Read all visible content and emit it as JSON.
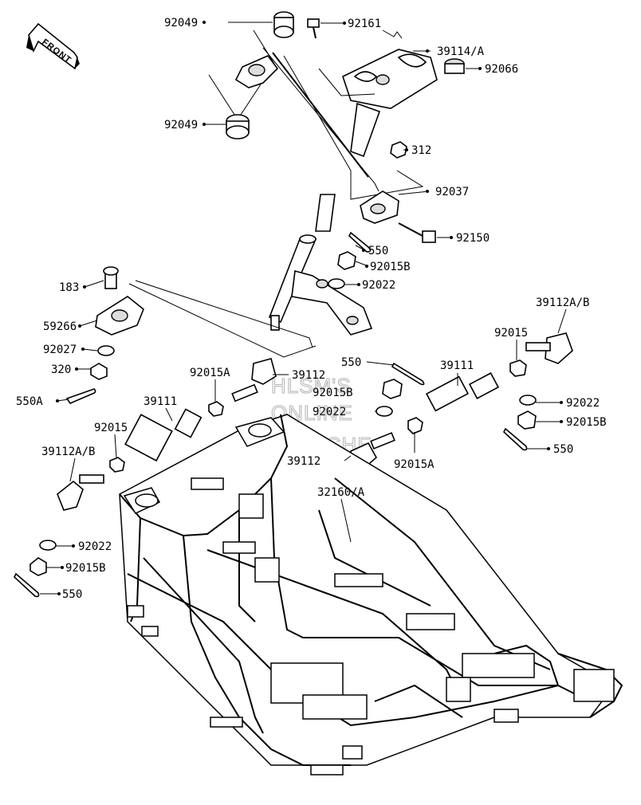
{
  "front_marker": {
    "text": "FRONT"
  },
  "watermark": [
    "HLSM'S",
    "ONLINE",
    "MICROFICHE"
  ],
  "callouts": [
    {
      "id": "92049-top",
      "text": "92049"
    },
    {
      "id": "92161",
      "text": "92161"
    },
    {
      "id": "39114A",
      "text": "39114/A"
    },
    {
      "id": "92066",
      "text": "92066"
    },
    {
      "id": "92049-bottom",
      "text": "92049"
    },
    {
      "id": "312",
      "text": "312"
    },
    {
      "id": "92037",
      "text": "92037"
    },
    {
      "id": "92150",
      "text": "92150"
    },
    {
      "id": "550-top",
      "text": "550"
    },
    {
      "id": "92015B-top",
      "text": "92015B"
    },
    {
      "id": "92022-top",
      "text": "92022"
    },
    {
      "id": "183",
      "text": "183"
    },
    {
      "id": "59266",
      "text": "59266"
    },
    {
      "id": "92027",
      "text": "92027"
    },
    {
      "id": "320",
      "text": "320"
    },
    {
      "id": "550A",
      "text": "550A"
    },
    {
      "id": "39112AB-right",
      "text": "39112A/B"
    },
    {
      "id": "92015-right",
      "text": "92015"
    },
    {
      "id": "92015A-left",
      "text": "92015A"
    },
    {
      "id": "39112-top",
      "text": "39112"
    },
    {
      "id": "550-mid",
      "text": "550"
    },
    {
      "id": "92015B-mid",
      "text": "92015B"
    },
    {
      "id": "39111-right",
      "text": "39111"
    },
    {
      "id": "39111-left",
      "text": "39111"
    },
    {
      "id": "92022-mid",
      "text": "92022"
    },
    {
      "id": "92022-right",
      "text": "92022"
    },
    {
      "id": "92015B-right",
      "text": "92015B"
    },
    {
      "id": "92015-left",
      "text": "92015"
    },
    {
      "id": "39112-bottom",
      "text": "39112"
    },
    {
      "id": "92015A-right",
      "text": "92015A"
    },
    {
      "id": "550-right",
      "text": "550"
    },
    {
      "id": "39112AB-left",
      "text": "39112A/B"
    },
    {
      "id": "32160A",
      "text": "32160/A"
    },
    {
      "id": "92022-left",
      "text": "92022"
    },
    {
      "id": "92015B-left",
      "text": "92015B"
    },
    {
      "id": "550-left",
      "text": "550"
    }
  ]
}
